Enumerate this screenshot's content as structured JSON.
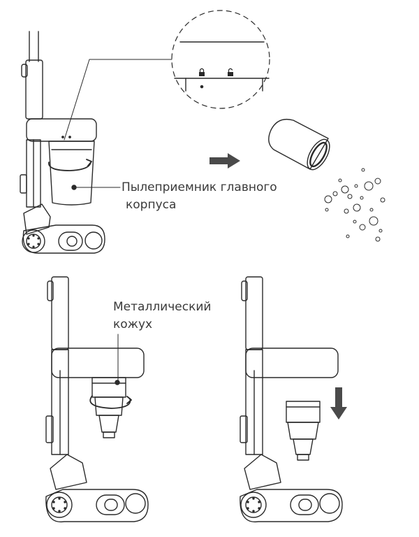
{
  "labels": {
    "dust_bin_line1": "Пылеприемник главного",
    "dust_bin_line2": "корпуса",
    "metal_cover_line1": "Металлический",
    "metal_cover_line2": "кожух"
  },
  "icons": [
    "lock-icon",
    "unlock-icon",
    "rotate-arrow-icon",
    "right-arrow-icon",
    "down-arrow-icon"
  ],
  "colors": {
    "line": "#2a2a2a",
    "arrow": "#4a4a4a",
    "text": "#3a3a3a"
  }
}
